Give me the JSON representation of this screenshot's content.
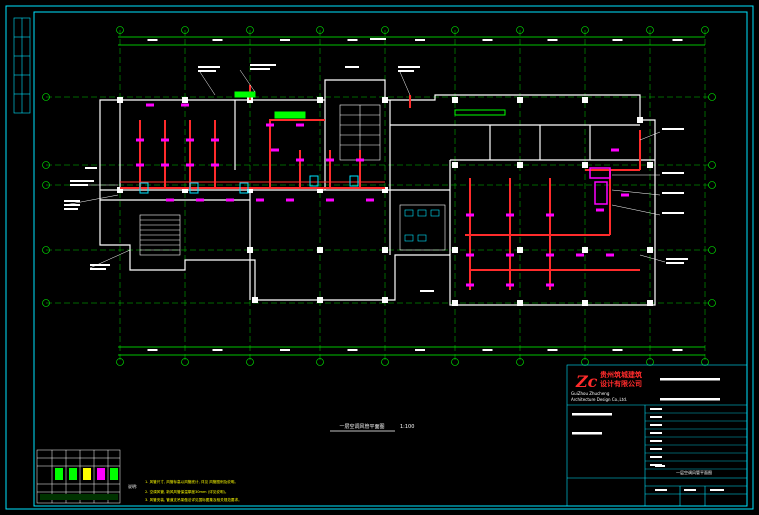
{
  "sheet_title": "一层空调风管平面图",
  "sheet_scale": "1:100",
  "company": {
    "name_cn_line1": "贵州筑城建筑",
    "name_cn_line2": "设计有限公司",
    "name_en_line1": "GuiZhou Zhucheng",
    "name_en_line2": "Architecture Design Co.,Ltd."
  },
  "title_block_drawing_name": "一层空调风管平面图",
  "notes_label": "说明:",
  "notes": [
    "1. 风管尺寸, 风管标高以风管底计, 详见 风管图例及说明。",
    "2. 空调风管, 新风风管保温厚度30mm (详见说明)。",
    "3. 风管安装, 管道支吊架做法详见国标图集及相关规范要求。"
  ],
  "colors": {
    "background": "#000000",
    "frame": "#00e5ff",
    "wall": "#ffffff",
    "duct": "#ff2b2b",
    "diffuser": "#ff00ff",
    "equipment": "#00ff00",
    "axis": "#00ff00",
    "text": "#ffffff",
    "company_logo": "#ff2b2b",
    "annotation": "#ffff00"
  }
}
